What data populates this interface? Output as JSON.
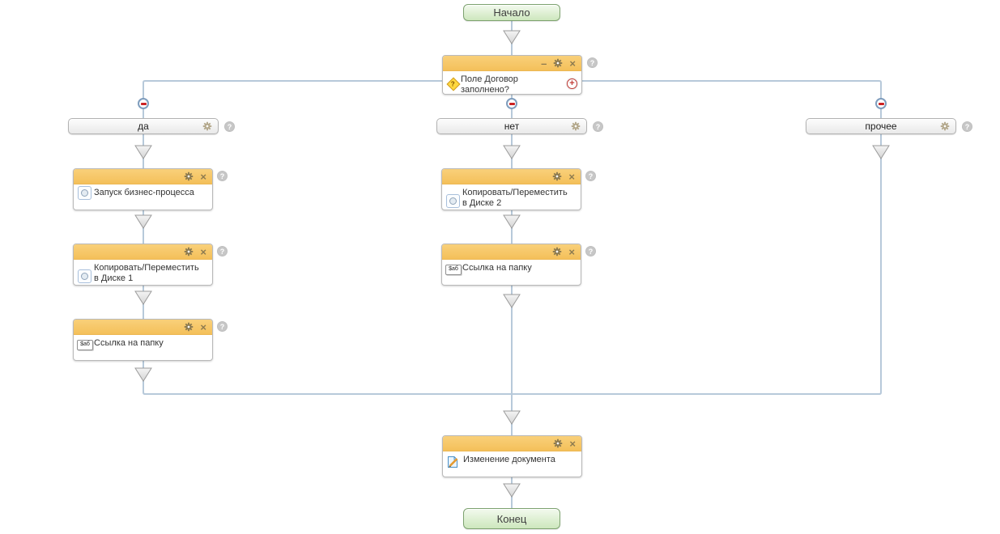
{
  "app": {
    "name": "business-process-designer"
  },
  "palette": {
    "connector": "#b7c9da",
    "block_border": "#b9b9b9",
    "block_header_top": "#f9d07a",
    "block_header_bottom": "#f4c05a",
    "header_icon": "#8d7b50",
    "green_button_border": "#7da26f",
    "green_button_top": "#f3faee",
    "green_button_bottom": "#cde7bd",
    "collapse_border": "#7f9dbd",
    "red_accent": "#cc2222",
    "help_bg": "#c7c7c7",
    "bar_border": "#b2b2b2"
  },
  "glyphs": {
    "close": "×",
    "minimize": "–",
    "help": "?",
    "plus": "+",
    "condition_mark": "?",
    "variable_icon_text": "$аб"
  },
  "start": {
    "label": "Начало"
  },
  "end": {
    "label": "Конец"
  },
  "condition": {
    "title": "Поле Договор заполнено?"
  },
  "branches": [
    {
      "label": "да",
      "blocks": [
        {
          "title": "Запуск бизнес-процесса",
          "icon": "business-process-icon"
        },
        {
          "title": "Копировать/Переместить в Диске 1",
          "icon": "business-process-icon"
        },
        {
          "title": "Ссылка на папку",
          "icon": "variable-text-icon"
        }
      ]
    },
    {
      "label": "нет",
      "blocks": [
        {
          "title": "Копировать/Переместить в Диске 2",
          "icon": "business-process-icon"
        },
        {
          "title": "Ссылка на папку",
          "icon": "variable-text-icon"
        }
      ]
    },
    {
      "label": "прочее",
      "blocks": []
    }
  ],
  "final_block": {
    "title": "Изменение документа",
    "icon": "document-edit-icon"
  }
}
